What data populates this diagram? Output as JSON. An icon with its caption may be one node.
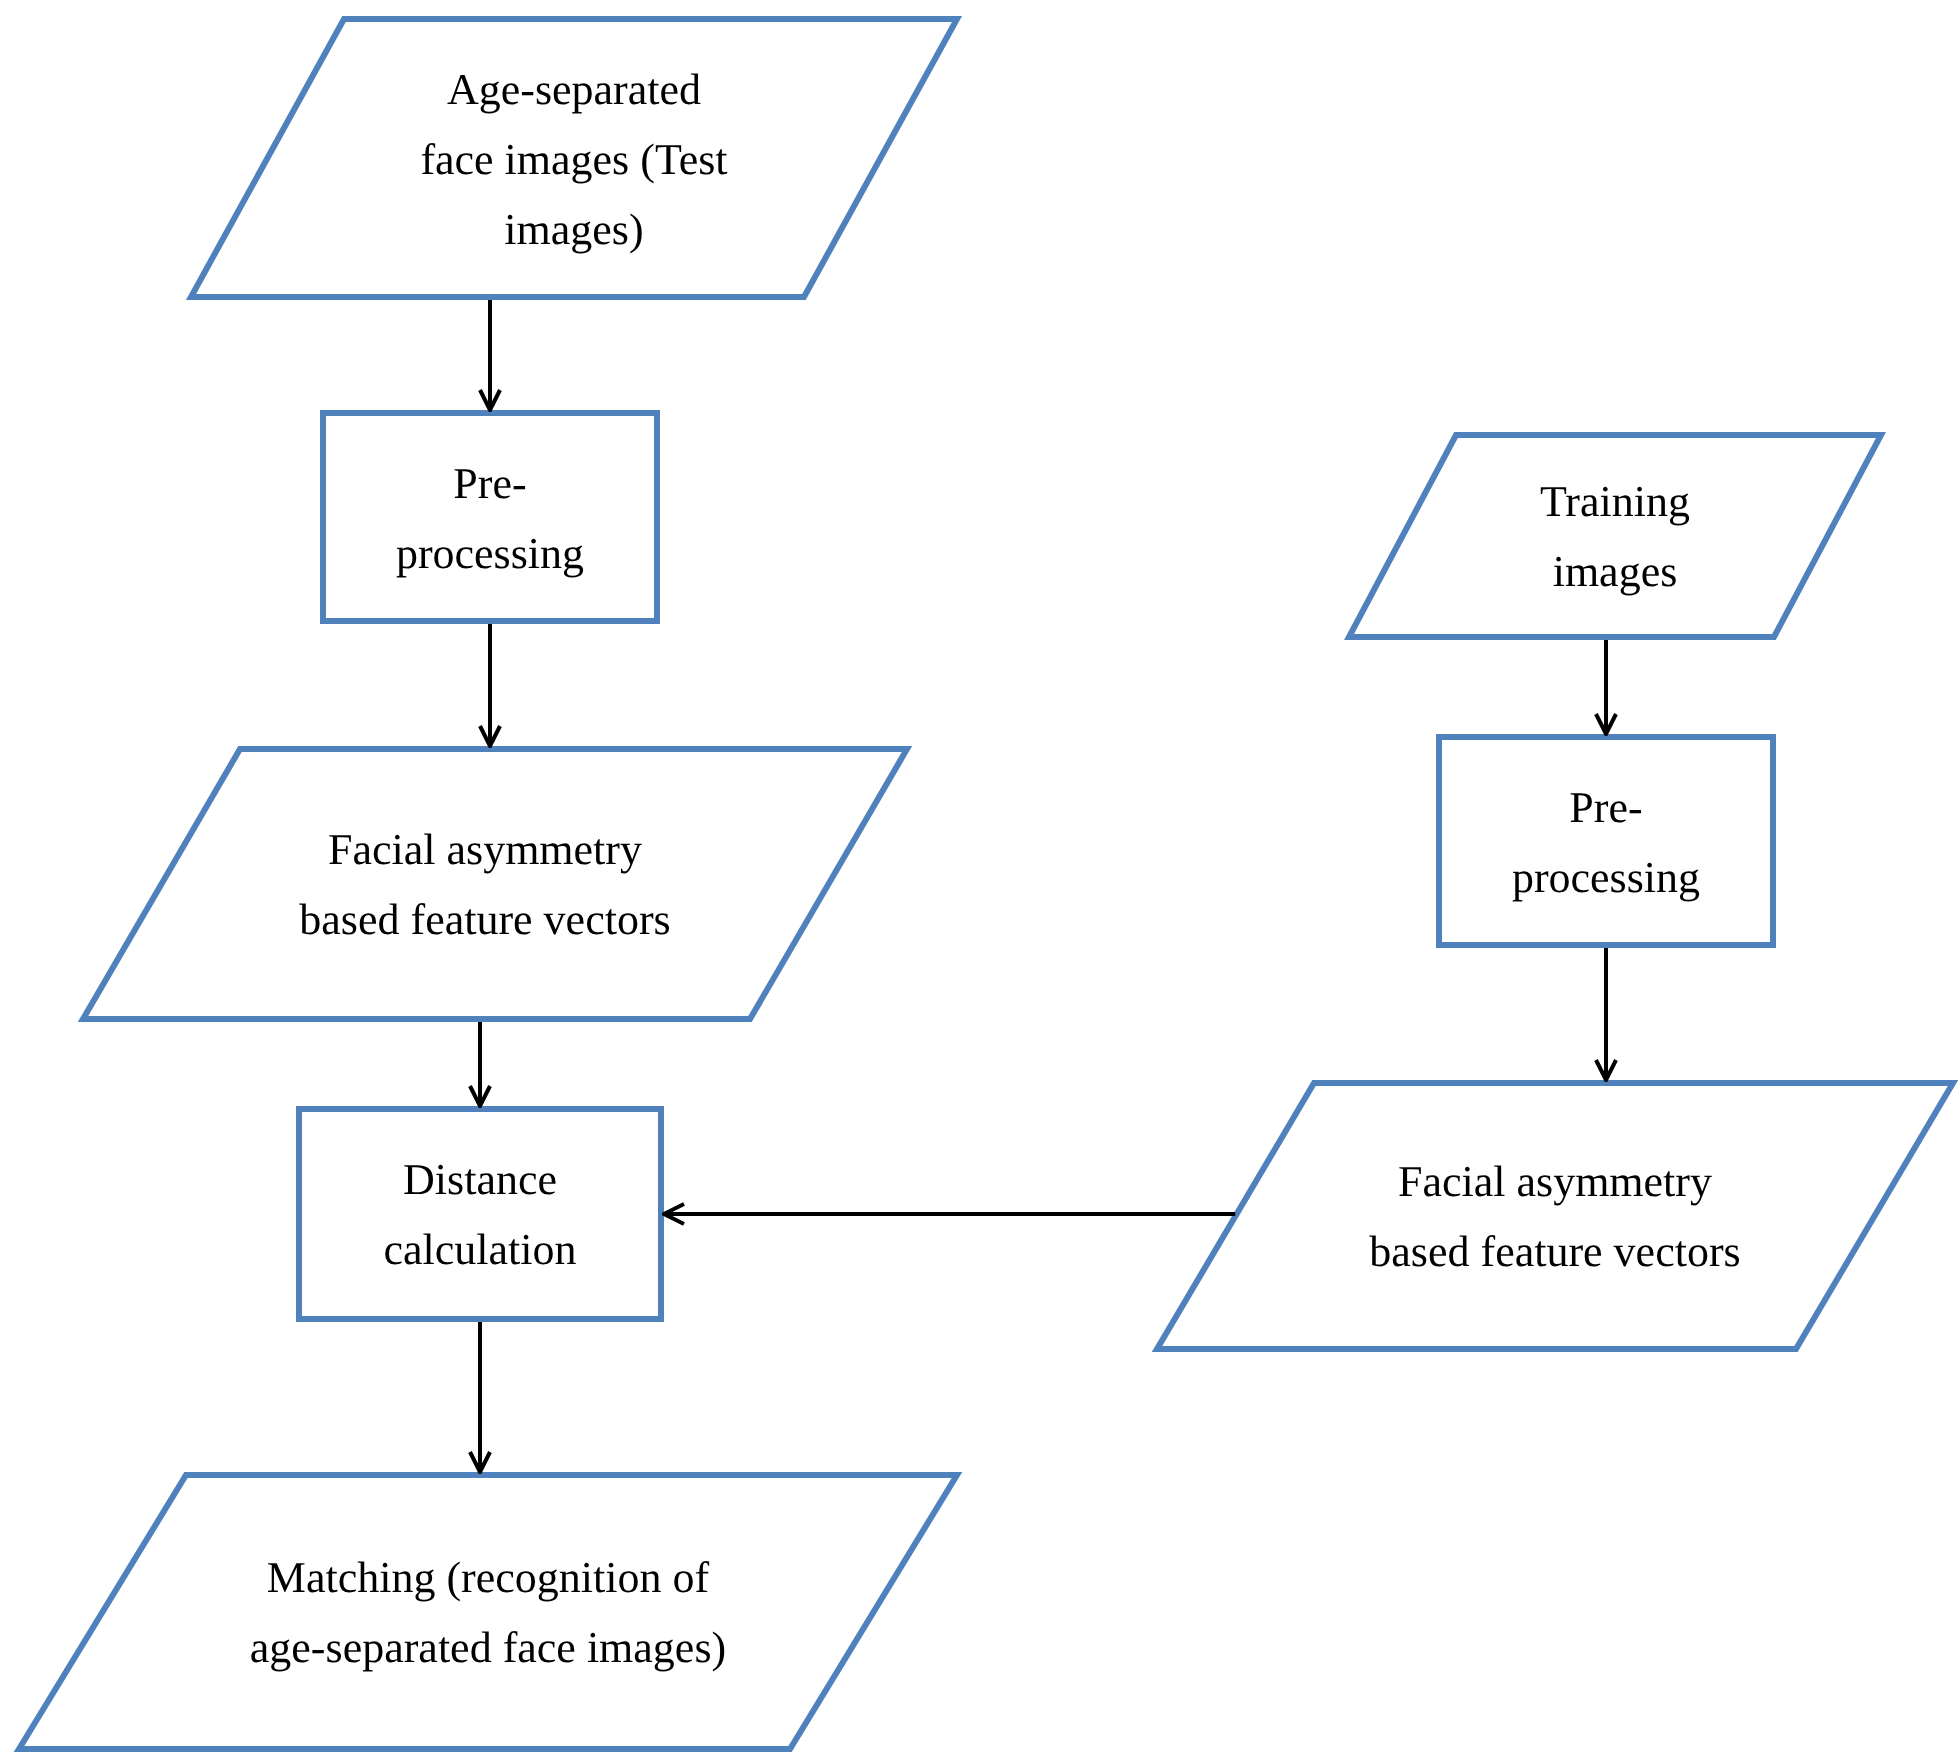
{
  "diagram": {
    "nodes": [
      {
        "text": [
          "Age-separated face images (Test images)"
        ]
      },
      {
        "text": [
          "Pre-processing"
        ]
      },
      {
        "text": [
          "Facial asymmetry based feature vectors"
        ]
      },
      {
        "text": [
          "Distance calculation"
        ]
      },
      {
        "text": [
          "Matching (recognition of age-separated face images)"
        ]
      },
      {
        "text": [
          "Training images"
        ]
      },
      {
        "text": [
          "Pre-processing"
        ]
      },
      {
        "text": [
          "Facial asymmetry based feature vectors"
        ]
      }
    ],
    "edges": [
      {
        "from": 0,
        "to": 1,
        "arrow": "to"
      },
      {
        "from": 1,
        "to": 2,
        "arrow": "to"
      },
      {
        "from": 2,
        "to": 3,
        "arrow": "to"
      },
      {
        "from": 3,
        "to": 4,
        "arrow": "to"
      },
      {
        "from": 5,
        "to": 6,
        "arrow": "to"
      },
      {
        "from": 6,
        "to": 7,
        "arrow": "to"
      },
      {
        "from": 7,
        "to": 3,
        "arrow": "to"
      }
    ]
  }
}
